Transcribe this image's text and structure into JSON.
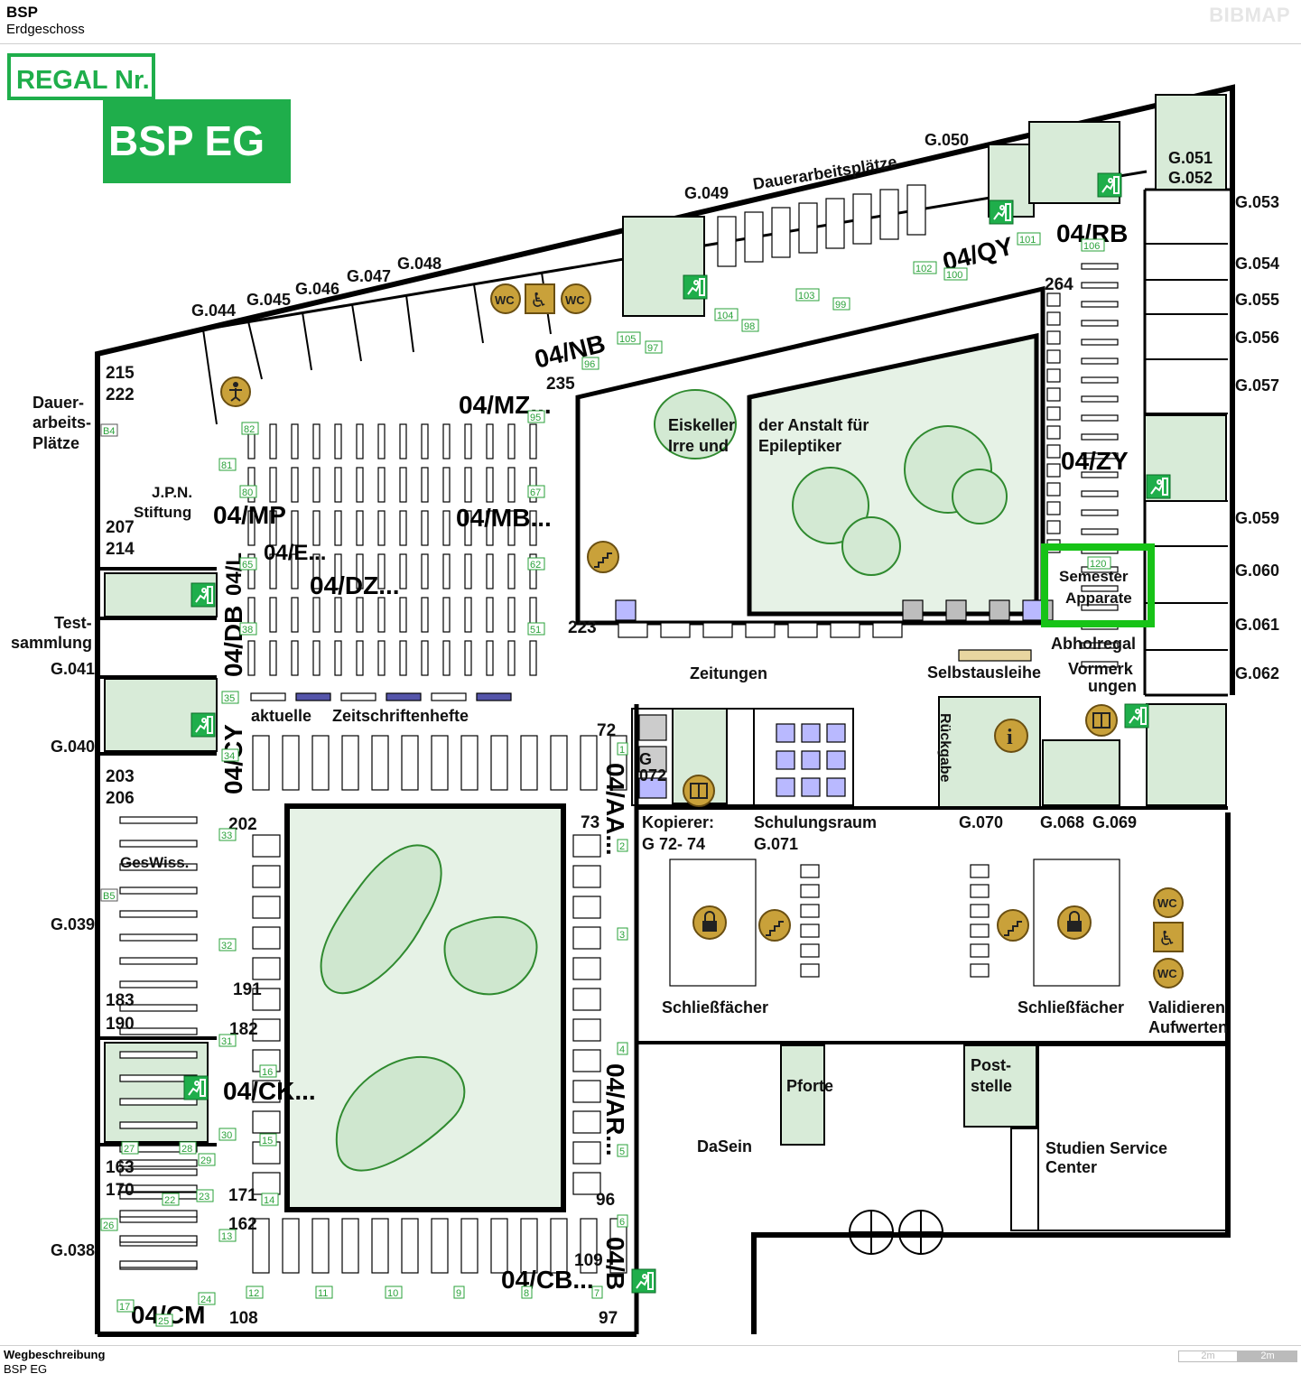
{
  "header": {
    "title": "BSP",
    "subtitle": "Erdgeschoss",
    "brand": "BIBMAP"
  },
  "footer": {
    "title": "Wegbeschreibung",
    "subtitle": "BSP EG",
    "scale_a": "2m",
    "scale_b": "2m"
  },
  "badge": {
    "regal": "REGAL Nr.",
    "location": "BSP EG",
    "color": "#1fae4b"
  },
  "colors": {
    "wall": "#000000",
    "room_fill": "#d8ebd8",
    "highlight": "#17c317",
    "icon_gold": "#c9a13a"
  },
  "rooms": {
    "g044": "G.044",
    "g045": "G.045",
    "g046": "G.046",
    "g047": "G.047",
    "g048": "G.048",
    "g049": "G.049",
    "g050": "G.050",
    "g051": "G.051",
    "g052": "G.052",
    "g053": "G.053",
    "g054": "G.054",
    "g055": "G.055",
    "g056": "G.056",
    "g057": "G.057",
    "g059": "G.059",
    "g060": "G.060",
    "g061": "G.061",
    "g062": "G.062",
    "g038": "G.038",
    "g039": "G.039",
    "g040": "G.040",
    "g041": "G.041",
    "g068": "G.068",
    "g069": "G.069",
    "g070": "G.070",
    "g071": "G.071",
    "g072": "G",
    "g072b": "072"
  },
  "areas": {
    "dauerarbeitsplaetze_top": "Dauerarbeitsplätze",
    "dauer1": "Dauer-",
    "dauer2": "arbeits-",
    "dauer3": "Plätze",
    "test1": "Test-",
    "test2": "sammlung",
    "jpn1": "J.P.N.",
    "jpn2": "Stiftung",
    "eiskeller1": "Eiskeller",
    "eiskeller2": "Irre  und",
    "anstalt1": "der Anstalt für",
    "anstalt2": "Epileptiker",
    "zeitungen": "Zeitungen",
    "selbstausleihe": "Selbstausleihe",
    "abholregal": "Abholregal",
    "vormerk1": "Vormerk",
    "vormerk2": "ungen",
    "semester1": "Semester",
    "semester2": "Apparate",
    "aktuelle": "aktuelle",
    "zeitschriften": "Zeitschriftenhefte",
    "kopierer1": "Kopierer:",
    "kopierer2": "G 72- 74",
    "schulungsraum": "Schulungsraum",
    "rueckgabe": "Rückgabe",
    "schliess1": "Schließfächer",
    "schliess2": "Schließfächer",
    "validieren1": "Validieren",
    "validieren2": "Aufwerten",
    "pforte": "Pforte",
    "post1": "Post-",
    "post2": "stelle",
    "dasein": "DaSein",
    "ssc1": "Studien Service",
    "ssc2": "Center",
    "geswiss": "GesWiss."
  },
  "shelf_codes": {
    "nb": "04/NB",
    "qy": "04/QY",
    "rb": "04/RB",
    "mz": "04/MZ...",
    "mp": "04/MP",
    "mb": "04/MB...",
    "e": "04/E...",
    "dz": "04/DZ...",
    "zy": "04/ZY",
    "l": "04/L",
    "db": "04/DB",
    "cy": "04/CY",
    "aa": "04/AA...",
    "ck": "04/CK...",
    "ar": "04/AR...",
    "cb": "04/CB...",
    "b": "04/B",
    "cm": "04/CM"
  },
  "shelf_numbers": {
    "n215": "215",
    "n222": "222",
    "n207": "207",
    "n214": "214",
    "n235": "235",
    "n264": "264",
    "n223": "223",
    "n72": "72",
    "n73": "73",
    "n203": "203",
    "n206": "206",
    "n202": "202",
    "n183": "183",
    "n190": "190",
    "n191": "191",
    "n182": "182",
    "n163": "163",
    "n170": "170",
    "n171": "171",
    "n162": "162",
    "n96": "96",
    "n109": "109",
    "n108": "108",
    "n97": "97"
  },
  "small_numbers": [
    "106",
    "101",
    "102",
    "100",
    "103",
    "99",
    "104",
    "98",
    "105",
    "97",
    "96",
    "95",
    "82",
    "81",
    "80",
    "67",
    "65",
    "62",
    "38",
    "51",
    "35",
    "34",
    "1",
    "2",
    "33",
    "32",
    "3",
    "31",
    "16",
    "30",
    "15",
    "4",
    "5",
    "29",
    "28",
    "27",
    "26",
    "22",
    "23",
    "14",
    "13",
    "6",
    "24",
    "12",
    "11",
    "10",
    "9",
    "8",
    "7",
    "17",
    "25",
    "120",
    "B4",
    "B5"
  ],
  "icons": {
    "wc": "WC",
    "wheelchair": "♿",
    "info": "i",
    "exit": "exit-sign",
    "lock": "lock",
    "stairs": "stairs",
    "elevator": "elevator"
  }
}
